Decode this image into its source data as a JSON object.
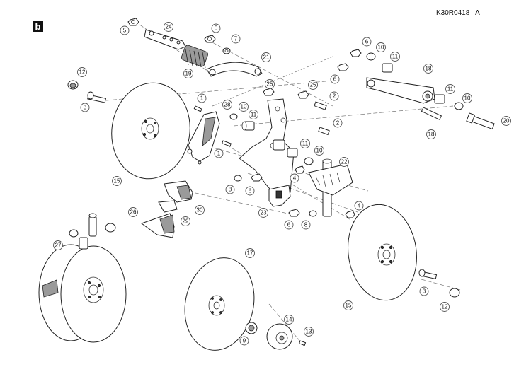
{
  "figure": {
    "badge": "b",
    "drawing_code": "K30R0418",
    "revision": "A"
  },
  "callouts": [
    {
      "id": "c5a",
      "label": "5"
    },
    {
      "id": "c24",
      "label": "24"
    },
    {
      "id": "c5b",
      "label": "5"
    },
    {
      "id": "c7",
      "label": "7"
    },
    {
      "id": "c19",
      "label": "19"
    },
    {
      "id": "c21",
      "label": "21"
    },
    {
      "id": "c12a",
      "label": "12"
    },
    {
      "id": "c3a",
      "label": "3"
    },
    {
      "id": "c1a",
      "label": "1"
    },
    {
      "id": "c28",
      "label": "28"
    },
    {
      "id": "c10a",
      "label": "10"
    },
    {
      "id": "c11a",
      "label": "11"
    },
    {
      "id": "c25a",
      "label": "25"
    },
    {
      "id": "c25b",
      "label": "25"
    },
    {
      "id": "c2a",
      "label": "2"
    },
    {
      "id": "c2b",
      "label": "2"
    },
    {
      "id": "c6a",
      "label": "6"
    },
    {
      "id": "c10b",
      "label": "10"
    },
    {
      "id": "c11b",
      "label": "11"
    },
    {
      "id": "c6b",
      "label": "6"
    },
    {
      "id": "c18a",
      "label": "18"
    },
    {
      "id": "c11c",
      "label": "11"
    },
    {
      "id": "c10c",
      "label": "10"
    },
    {
      "id": "c20",
      "label": "20"
    },
    {
      "id": "c18b",
      "label": "18"
    },
    {
      "id": "c15a",
      "label": "15"
    },
    {
      "id": "c1b",
      "label": "1"
    },
    {
      "id": "c11d",
      "label": "11"
    },
    {
      "id": "c10d",
      "label": "10"
    },
    {
      "id": "c22",
      "label": "22"
    },
    {
      "id": "c4a",
      "label": "4"
    },
    {
      "id": "c8a",
      "label": "8"
    },
    {
      "id": "c6c",
      "label": "6"
    },
    {
      "id": "c23",
      "label": "23"
    },
    {
      "id": "c4b",
      "label": "4"
    },
    {
      "id": "c6d",
      "label": "6"
    },
    {
      "id": "c8b",
      "label": "8"
    },
    {
      "id": "c30",
      "label": "30"
    },
    {
      "id": "c26",
      "label": "26"
    },
    {
      "id": "c29",
      "label": "29"
    },
    {
      "id": "c27",
      "label": "27"
    },
    {
      "id": "c17",
      "label": "17"
    },
    {
      "id": "c3b",
      "label": "3"
    },
    {
      "id": "c12b",
      "label": "12"
    },
    {
      "id": "c15b",
      "label": "15"
    },
    {
      "id": "c14",
      "label": "14"
    },
    {
      "id": "c9",
      "label": "9"
    },
    {
      "id": "c13",
      "label": "13"
    }
  ]
}
